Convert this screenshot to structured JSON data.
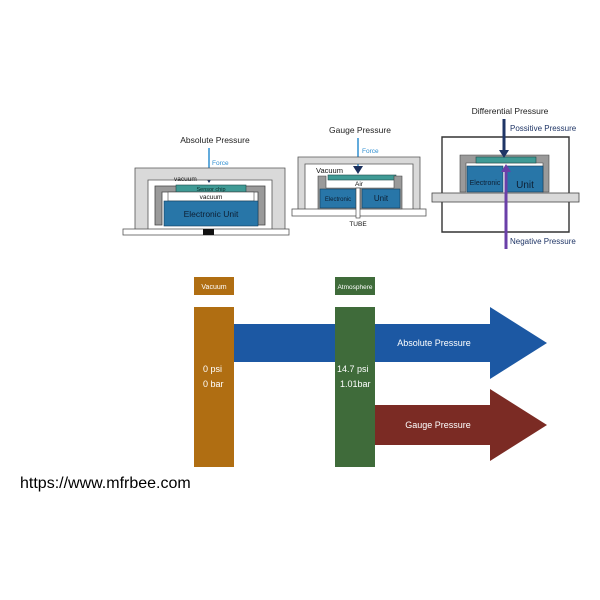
{
  "top_diagrams": {
    "absolute": {
      "title": "Absolute Pressure",
      "force_label": "Force",
      "vacuum_label": "vacuum",
      "sensor_label": "Sensor chip",
      "vacuum_label_2": "vacuum",
      "unit_label": "Electronic Unit"
    },
    "gauge": {
      "title": "Gauge Pressure",
      "force_label": "Force",
      "vacuum_label": "Vacuum",
      "air_label": "Air",
      "electronic_label": "Electronic",
      "unit_label": "Unit",
      "tube_label": "TUBE"
    },
    "differential": {
      "title": "Differential Pressure",
      "positive_label": "Possitive Pressure",
      "electronic_label": "Electronic",
      "unit_label": "Unit",
      "negative_label": "Negative Pressure"
    }
  },
  "scale_diagram": {
    "vacuum": {
      "label": "Vacuum",
      "psi": "0 psi",
      "bar": "0 bar",
      "color": "#b06e12"
    },
    "atmosphere": {
      "label": "Atmosphere",
      "psi": "14.7 psi",
      "bar": "1.01bar",
      "color": "#3f6b3a"
    },
    "absolute_arrow": {
      "label": "Absolute Pressure",
      "color": "#1c58a3"
    },
    "gauge_arrow": {
      "label": "Gauge Pressure",
      "color": "#7b2b24"
    }
  },
  "colors": {
    "housing": "#9a9a9a",
    "housing_light": "#d9d9d9",
    "unit_blue": "#2876a8",
    "sensor_teal": "#3f9a95",
    "force_blue": "#2f8fd1",
    "diff_purple": "#6a3fa8",
    "diff_navy": "#1f3566"
  },
  "footer": {
    "url": "https://www.mfrbee.com"
  }
}
